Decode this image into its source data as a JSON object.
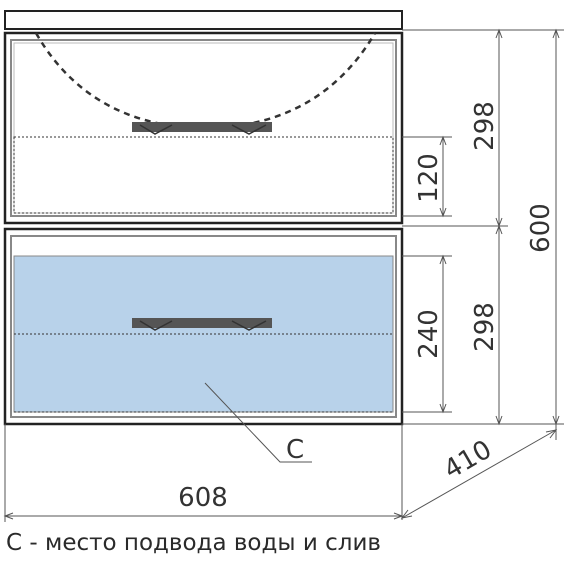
{
  "dimensions": {
    "width": "608",
    "depth": "410",
    "total_height": "600",
    "top_drawer_height": "298",
    "bottom_drawer_height": "298",
    "top_inner_height": "120",
    "bottom_inner_height": "240"
  },
  "callout_label": "C",
  "caption": "С - место подвода воды и слив",
  "colors": {
    "outline": "#222222",
    "water_zone": "#b8d2ea",
    "handle": "#555555",
    "dim_line": "#555555",
    "dashed": "#333333"
  },
  "icons": {
    "handle": "drawer-handle-icon"
  }
}
